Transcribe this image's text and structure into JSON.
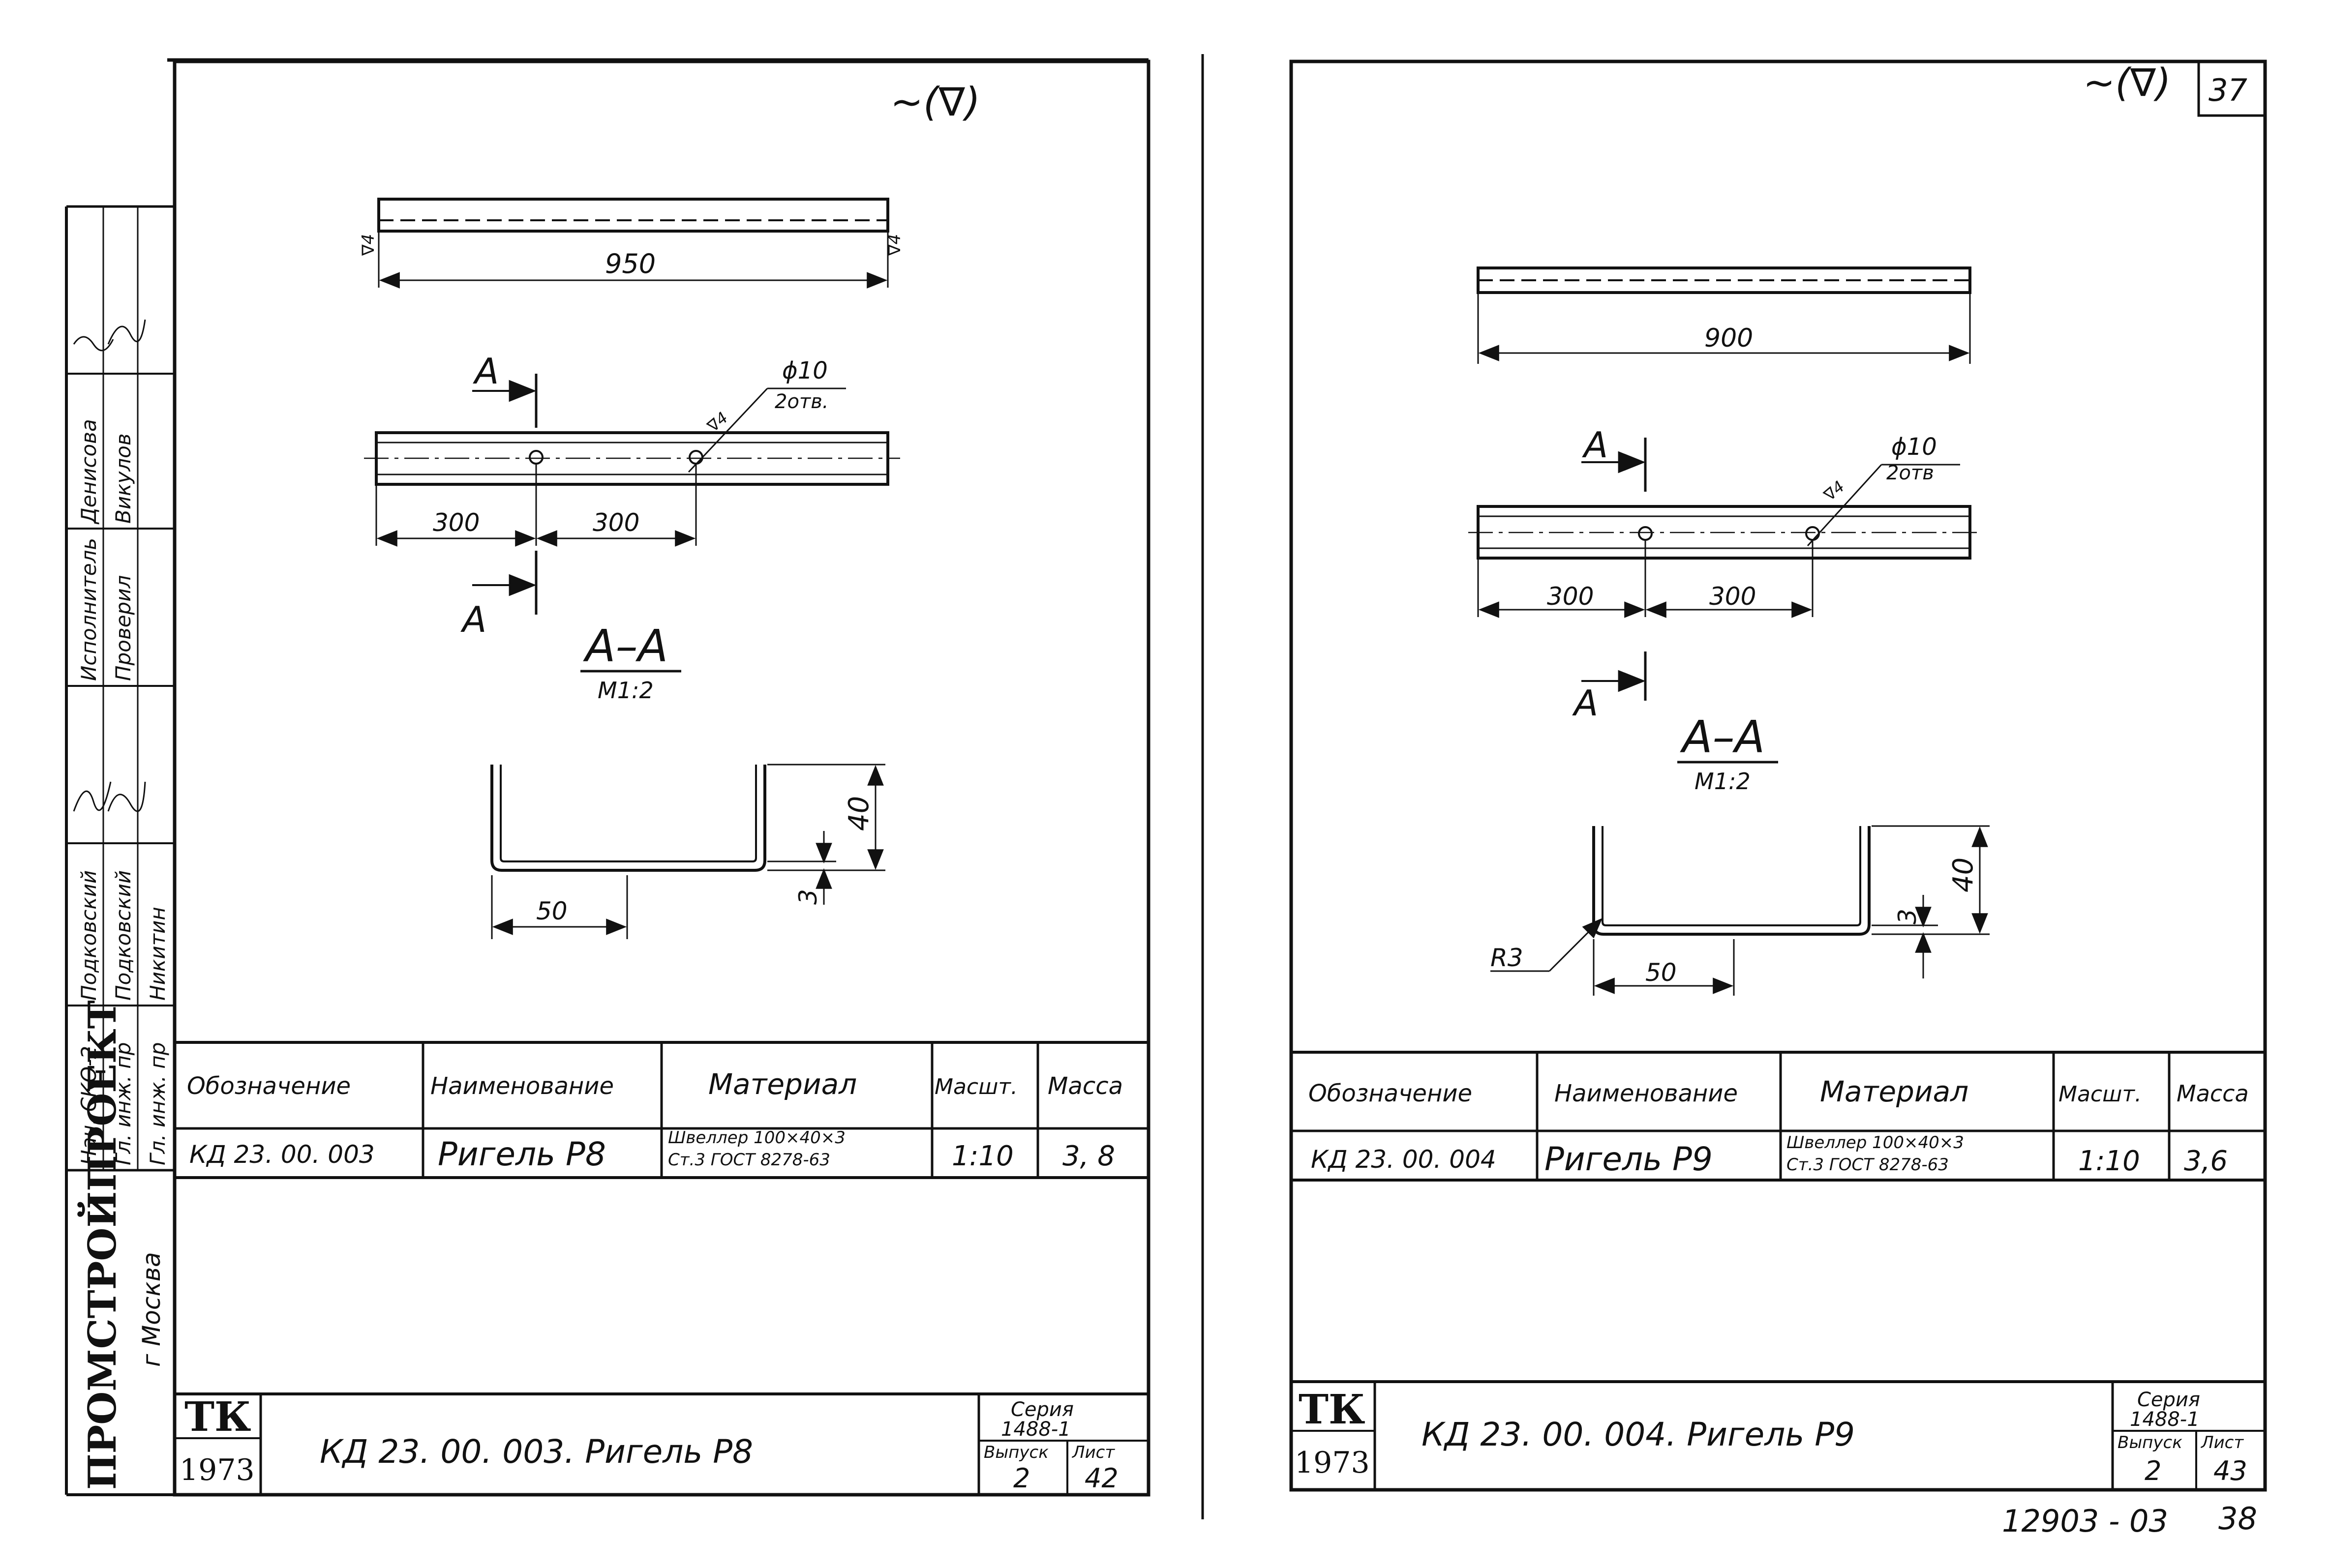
{
  "sheet_marks": {
    "finish_left": "~(∇)",
    "finish_right": "~(∇)",
    "right_sheet_number": "37",
    "bottom_code": "12903 - 03",
    "bottom_page": "38"
  },
  "stamp_panel": {
    "org": "ПРОМСТРОЙПРОЕКТ",
    "city": "г Москва",
    "rows": [
      {
        "role": "Нач. СКО-2",
        "name": "Подковский"
      },
      {
        "role": "Гл. инж. пр",
        "name": "Подковский"
      },
      {
        "role": "Гл. инж. пр",
        "name": "Никитин"
      },
      {
        "role": "Исполнитель",
        "name": "Денисова"
      },
      {
        "role": "Проверил",
        "name": "Викулов"
      }
    ]
  },
  "left": {
    "top_dim": "950",
    "weld_mark": "∇4",
    "section_label": "А",
    "hole_note": "ϕ10",
    "hole_count": "2отв.",
    "dim_300a": "300",
    "dim_300b": "300",
    "section_title": "А–А",
    "section_scale": "М1:2",
    "dim_50": "50",
    "dim_40": "40",
    "dim_3": "3",
    "table": {
      "headers": [
        "Обозначение",
        "Наименование",
        "Материал",
        "Масшт.",
        "Масса"
      ],
      "row": {
        "designation": "КД 23. 00. 003",
        "name": "Ригель Р8",
        "material_line1": "Швеллер 100×40×3",
        "material_line2": "Ст.3      ГОСТ 8278-63",
        "scale": "1:10",
        "mass": "3, 8"
      }
    },
    "title_block": {
      "tk": "ТК",
      "year": "1973",
      "title": "КД 23. 00. 003.   Ригель Р8",
      "series_label": "Серия",
      "series": "1488-1",
      "issue_label": "Выпуск",
      "issue": "2",
      "sheet_label": "Лист",
      "sheet": "42"
    }
  },
  "right": {
    "top_dim": "900",
    "weld_mark": "∇4",
    "section_label": "А",
    "hole_note": "ϕ10",
    "hole_count": "2отв",
    "dim_300a": "300",
    "dim_300b": "300",
    "section_title": "А–А",
    "section_scale": "М1:2",
    "dim_50": "50",
    "dim_40": "40",
    "dim_3": "3",
    "radius": "R3",
    "table": {
      "headers": [
        "Обозначение",
        "Наименование",
        "Материал",
        "Масшт.",
        "Масса"
      ],
      "row": {
        "designation": "КД 23. 00. 004",
        "name": "Ригель Р9",
        "material_line1": "Швеллер 100×40×3",
        "material_line2": "Ст.3      ГОСТ 8278-63",
        "scale": "1:10",
        "mass": "3,6"
      }
    },
    "title_block": {
      "tk": "ТК",
      "year": "1973",
      "title": "КД 23. 00. 004.   Ригель Р9",
      "series_label": "Серия",
      "series": "1488-1",
      "issue_label": "Выпуск",
      "issue": "2",
      "sheet_label": "Лист",
      "sheet": "43"
    }
  }
}
